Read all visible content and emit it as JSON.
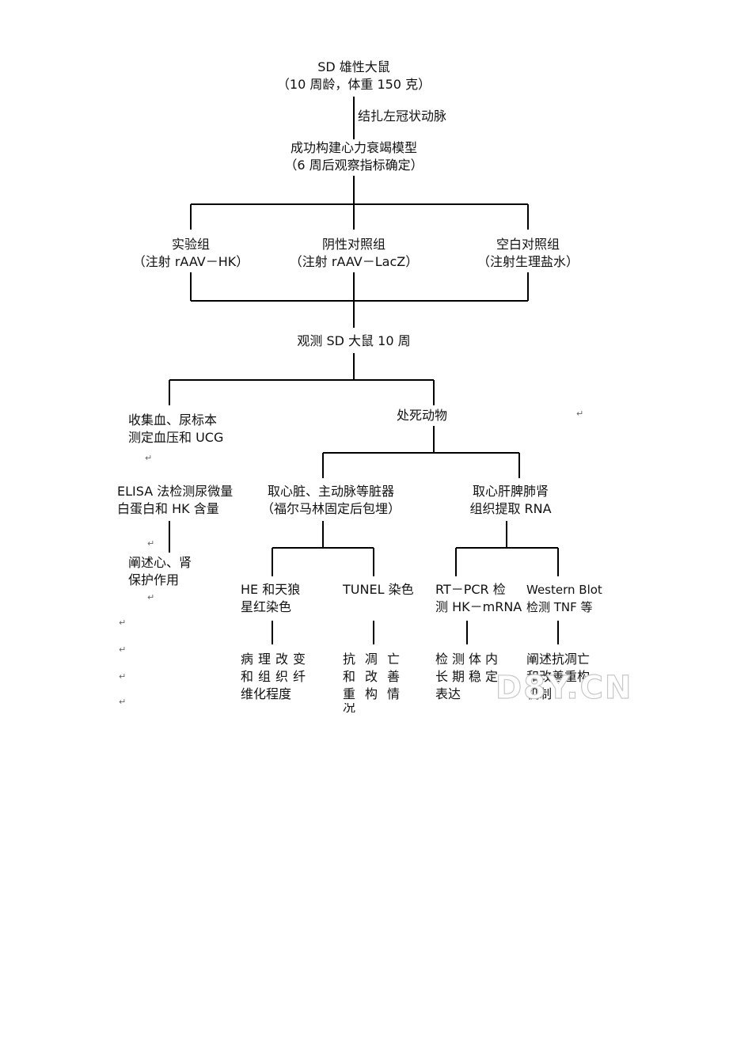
{
  "nodes": {
    "root": {
      "line1": "SD 雄性大鼠",
      "line2": "（10 周龄，体重 150 克）"
    },
    "ligation": {
      "line1": "结扎左冠状动脉"
    },
    "model": {
      "line1": "成功构建心力衰竭模型",
      "line2": "（6 周后观察指标确定）"
    },
    "experimental": {
      "line1": "实验组",
      "line2": "（注射 rAAV－HK）"
    },
    "negative": {
      "line1": "阴性对照组",
      "line2": "（注射 rAAV－LacZ）"
    },
    "blank": {
      "line1": "空白对照组",
      "line2": "（注射生理盐水）"
    },
    "observe": {
      "line1": "观测 SD 大鼠 10 周"
    },
    "collect": {
      "line1": "收集血、尿标本",
      "line2": "测定血压和 UCG"
    },
    "sacrifice": {
      "line1": "处死动物"
    },
    "elisa": {
      "line1": "ELISA 法检测尿微量",
      "line2": "白蛋白和 HK 含量"
    },
    "heart": {
      "line1": "取心脏、主动脉等脏器",
      "line2": "（福尔马林固定后包埋）"
    },
    "organs": {
      "line1": "取心肝脾肺肾",
      "line2": "组织提取 RNA"
    },
    "protect": {
      "line1": "阐述心、肾",
      "line2": "保护作用"
    },
    "he": {
      "line1": "HE 和天狼",
      "line2": "星红染色"
    },
    "tunel": {
      "line1": "TUNEL 染色"
    },
    "rtpcr": {
      "line1": "RT－PCR 检",
      "line2": "测 HK－mRNA"
    },
    "western": {
      "line1": "Western Blot",
      "line2": "检测 TNF 等"
    },
    "pathology": {
      "line1": "病理改变",
      "line2": "和组织纤",
      "line3": "维化程度"
    },
    "apoptosis": {
      "line1": "抗凋亡",
      "line2": "和改善",
      "line3": "重构情",
      "line4": "况"
    },
    "expression": {
      "line1": "检测体内",
      "line2": "长期稳定",
      "line3": "表达"
    },
    "mechanism": {
      "line1": "阐述抗凋亡",
      "line2": "和改善重构",
      "line3": "机制"
    }
  },
  "paragraph_mark": "↵",
  "watermark": "D8Y.CN"
}
